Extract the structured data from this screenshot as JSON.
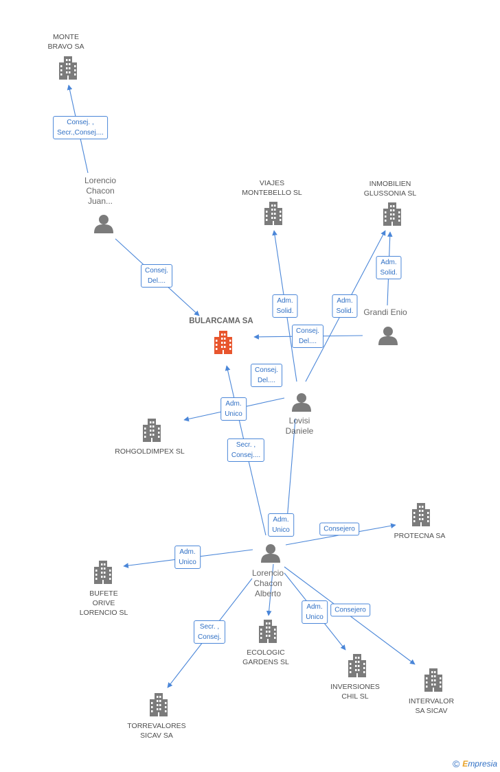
{
  "companies": {
    "main": "BULARCAMA SA",
    "monte": [
      "MONTE",
      "BRAVO SA"
    ],
    "viajes": [
      "VIAJES",
      "MONTEBELLO SL"
    ],
    "inmob": [
      "INMOBILIEN",
      "GLUSSONIA SL"
    ],
    "rohg": [
      "ROHGOLDIMPEX SL"
    ],
    "protecna": [
      "PROTECNA SA"
    ],
    "bufete": [
      "BUFETE",
      "ORIVE",
      "LORENCIO SL"
    ],
    "ecologic": [
      "ECOLOGIC",
      "GARDENS  SL"
    ],
    "inversiones": [
      "INVERSIONES",
      "CHIL SL"
    ],
    "intervalor": [
      "INTERVALOR",
      "SA SICAV"
    ],
    "torrevalores": [
      "TORREVALORES",
      "SICAV SA"
    ]
  },
  "people": {
    "juan": [
      "Lorencio",
      "Chacon",
      "Juan..."
    ],
    "grandi": [
      "Grandi Enio"
    ],
    "lovisi": [
      "Lovisi",
      "Daniele"
    ],
    "alberto": [
      "Lorencio",
      "Chacon",
      "Alberto"
    ]
  },
  "relations": {
    "r1": [
      "Consej. ,",
      "Secr.,Consej...."
    ],
    "r2": [
      "Consej.",
      "Del...."
    ],
    "r3": [
      "Adm.",
      "Solid."
    ],
    "r4": [
      "Adm.",
      "Solid."
    ],
    "r5": [
      "Adm.",
      "Solid."
    ],
    "r6": [
      "Consej.",
      "Del...."
    ],
    "r7": [
      "Consej.",
      "Del...."
    ],
    "r8": [
      "Adm.",
      "Unico"
    ],
    "r9": [
      "Secr. ,",
      "Consej...."
    ],
    "r10": [
      "Adm.",
      "Unico"
    ],
    "r11": [
      "Consejero"
    ],
    "r12": [
      "Adm.",
      "Unico"
    ],
    "r13": [
      "Secr. ,",
      "Consej."
    ],
    "r14": [
      "Adm.",
      "Unico"
    ],
    "r15": [
      "Consejero"
    ]
  },
  "colors": {
    "edge": "#4a86d8",
    "building": "#7b7b7b",
    "main_building": "#e8552d",
    "person": "#7b7b7b"
  },
  "icons": {
    "company": "building-icon",
    "person": "person-icon"
  },
  "footer": {
    "copyright": "©",
    "brand_initial": "E",
    "brand_rest": "mpresia"
  }
}
